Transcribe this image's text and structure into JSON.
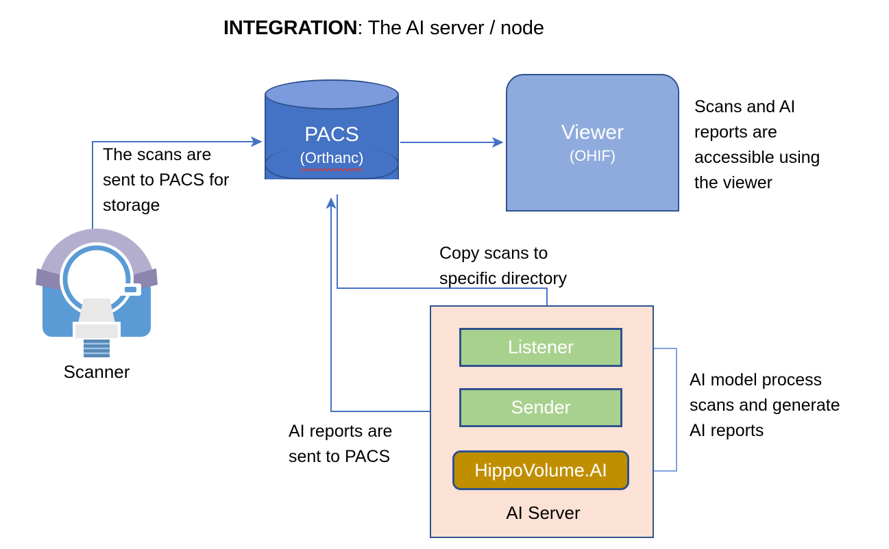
{
  "title": {
    "strong": "INTEGRATION",
    "rest": ": The AI server / node"
  },
  "nodes": {
    "pacs": {
      "name": "PACS",
      "subtitle": "(Orthanc)"
    },
    "viewer": {
      "name": "Viewer",
      "subtitle": "(OHIF)"
    },
    "scanner": {
      "caption": "Scanner"
    },
    "ai_server": {
      "label": "AI Server",
      "listener": "Listener",
      "sender": "Sender",
      "model": "HippoVolume.AI"
    }
  },
  "annotations": {
    "scans_to_pacs": "The scans are\nsent to PACS for\nstorage",
    "viewer_access": "Scans and AI\nreports are\naccessible using\nthe viewer",
    "copy_scans": "Copy scans to\nspecific directory",
    "reports_to_pacs": "AI reports are\nsent to PACS",
    "ai_model_process": "AI model process\nscans and generate\nAI reports"
  },
  "colors": {
    "pacs_body": "#4472C4",
    "pacs_top": "#7B9BDC",
    "viewer": "#8FAADC",
    "ai_server_panel": "#FBE2D5",
    "process_box": "#A9D18E",
    "model_box": "#BF8F00",
    "border": "#2F528F",
    "connector": "#4472C4",
    "spellcheck_underline": "#E03A2F",
    "scanner_dome": "#B4AECE",
    "scanner_dome_band": "#8E85AE",
    "scanner_body": "#5B9BD5",
    "scanner_table": "#E8E8E8"
  },
  "connectors": [
    {
      "id": "scanner-to-pacs",
      "from": "scanner",
      "to": "pacs",
      "label": "scans_to_pacs"
    },
    {
      "id": "pacs-to-viewer",
      "from": "pacs",
      "to": "viewer",
      "label": "viewer_access"
    },
    {
      "id": "pacs-to-listener",
      "from": "pacs",
      "to": "listener",
      "label": "copy_scans"
    },
    {
      "id": "listener-to-model",
      "from": "listener",
      "to": "model",
      "label": "ai_model_process"
    },
    {
      "id": "model-to-sender",
      "from": "model",
      "to": "sender",
      "label": ""
    },
    {
      "id": "sender-to-pacs",
      "from": "sender",
      "to": "pacs",
      "label": "reports_to_pacs"
    }
  ]
}
